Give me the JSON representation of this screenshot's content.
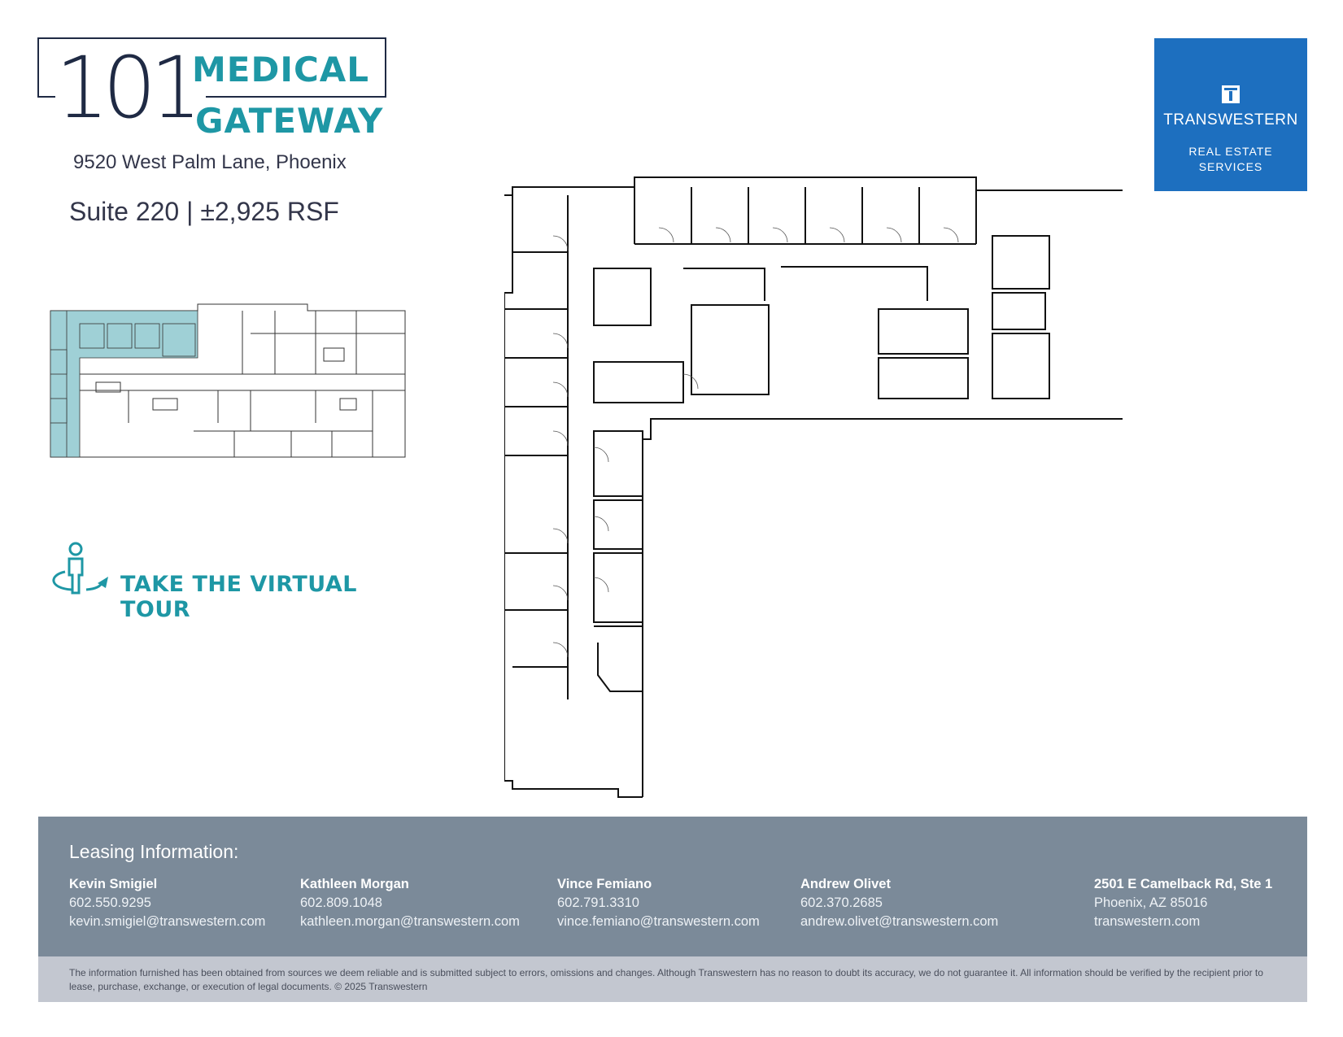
{
  "logo": {
    "number": "101",
    "line1": "MEDICAL",
    "line2": "GATEWAY"
  },
  "address": "9520 West Palm Lane, Phoenix",
  "suite": "Suite 220 | ±2,925 RSF",
  "brand": {
    "name": "TRANSWESTERN",
    "sub1": "REAL ESTATE",
    "sub2": "SERVICES",
    "color": "#1d6fbf"
  },
  "tour": {
    "label": "TAKE THE VIRTUAL TOUR",
    "icon": "person-360-icon",
    "color": "#1e97a5"
  },
  "leasing": {
    "title": "Leasing Information:",
    "contacts": [
      {
        "name": "Kevin Smigiel",
        "phone": "602.550.9295",
        "email": "kevin.smigiel@transwestern.com"
      },
      {
        "name": "Kathleen Morgan",
        "phone": "602.809.1048",
        "email": "kathleen.morgan@transwestern.com"
      },
      {
        "name": "Vince Femiano",
        "phone": "602.791.3310",
        "email": "vince.femiano@transwestern.com"
      },
      {
        "name": "Andrew Olivet",
        "phone": "602.370.2685",
        "email": "andrew.olivet@transwestern.com"
      }
    ],
    "office": {
      "line1": "2501 E Camelback Rd, Ste 1",
      "line2": "Phoenix, AZ  85016",
      "line3": "transwestern.com"
    }
  },
  "disclaimer": "The information furnished has been obtained from sources we deem reliable and is submitted subject to errors, omissions and changes. Although Transwestern has no reason to doubt its accuracy, we do not guarantee it. All information should be verified by the recipient prior to lease, purchase, exchange, or execution of legal documents. © 2025 Transwestern",
  "colors": {
    "teal": "#1e97a5",
    "navy": "#1f2a44",
    "band": "#7b8a99",
    "highlight": "#9fd0d6"
  }
}
